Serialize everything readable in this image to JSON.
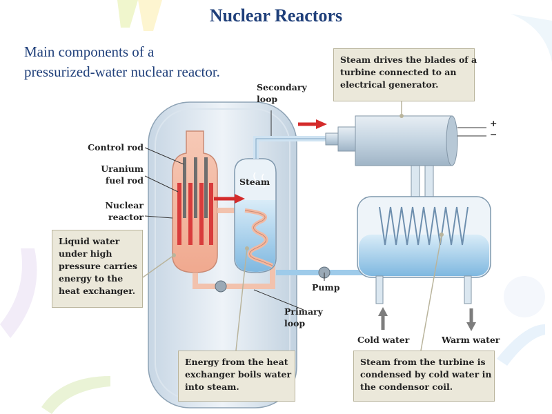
{
  "title": "Nuclear Reactors",
  "subtitle_line1": "Main components of a",
  "subtitle_line2": "pressurized-water nuclear reactor.",
  "notes": {
    "turbine": [
      "Steam drives the blades of a",
      "turbine connected to an",
      "electrical generator."
    ],
    "liquid": [
      "Liquid water",
      "under high",
      "pressure carries",
      "energy to the",
      "heat exchanger."
    ],
    "energy": [
      "Energy from the heat",
      "exchanger boils water",
      "into steam."
    ],
    "condensed": [
      "Steam from the turbine is",
      "condensed by cold water in",
      "the condensor coil."
    ]
  },
  "labels": {
    "secondary_loop": [
      "Secondary",
      "loop"
    ],
    "control_rod": "Control rod",
    "uranium_fuel_rod": [
      "Uranium",
      "fuel rod"
    ],
    "nuclear_reactor": [
      "Nuclear",
      "reactor"
    ],
    "steam": "Steam",
    "pump": "Pump",
    "primary_loop": [
      "Primary",
      "loop"
    ],
    "cold_water": "Cold water",
    "warm_water": "Warm water",
    "plus": "+",
    "minus": "−"
  },
  "colors": {
    "title": "#1f3f7a",
    "arrow": "#d42b2b",
    "reactor_core": "#f3b7a2",
    "water_blue": "#9ecbea",
    "note_bg": "#ebe8da"
  }
}
